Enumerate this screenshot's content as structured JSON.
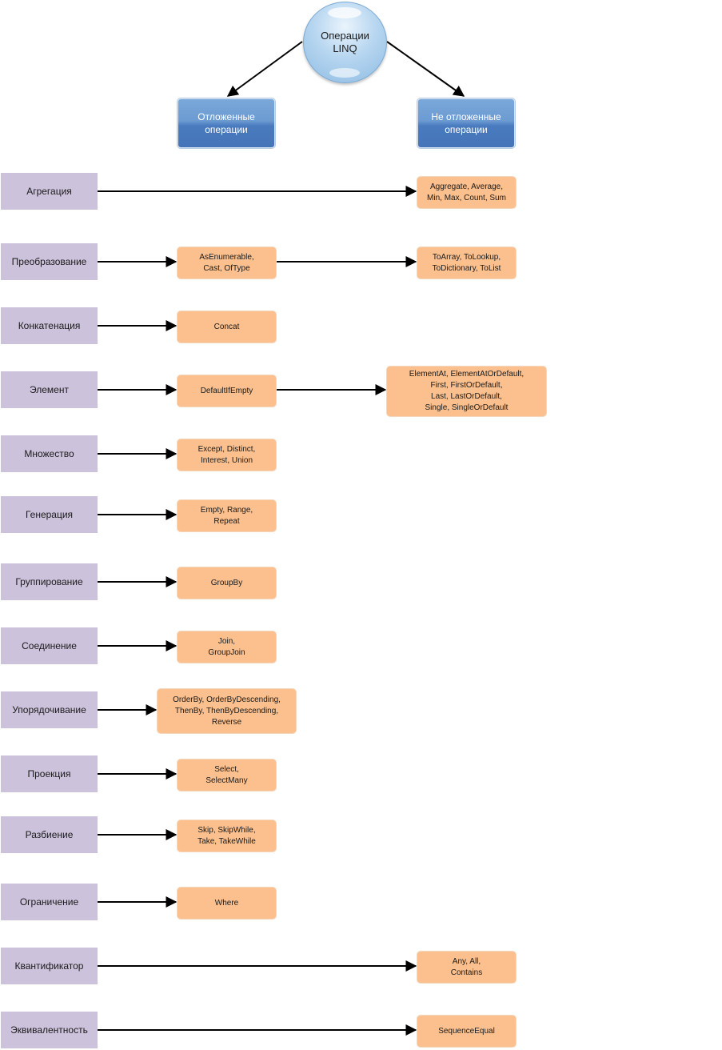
{
  "root": {
    "label": "Операции\nLINQ"
  },
  "deferred": {
    "label": "Отложенные\nоперации"
  },
  "immediate": {
    "label": "Не отложенные\nоперации"
  },
  "categories": [
    {
      "name": "Агрегация",
      "deferred": null,
      "immediate": "Aggregate, Average,\nMin, Max, Count, Sum"
    },
    {
      "name": "Преобразование",
      "deferred": "AsEnumerable,\nCast, OfType",
      "immediate": "ToArray, ToLookup,\nToDictionary, ToList"
    },
    {
      "name": "Конкатенация",
      "deferred": "Concat",
      "immediate": null
    },
    {
      "name": "Элемент",
      "deferred": "DefaultIfEmpty",
      "immediate": "ElementAt, ElementAtOrDefault,\nFirst, FirstOrDefault,\nLast, LastOrDefault,\nSingle, SingleOrDefault"
    },
    {
      "name": "Множество",
      "deferred": "Except, Distinct,\nInterest, Union",
      "immediate": null
    },
    {
      "name": "Генерация",
      "deferred": "Empty, Range,\nRepeat",
      "immediate": null
    },
    {
      "name": "Группирование",
      "deferred": "GroupBy",
      "immediate": null
    },
    {
      "name": "Соединение",
      "deferred": "Join,\nGroupJoin",
      "immediate": null
    },
    {
      "name": "Упорядочивание",
      "deferred": "OrderBy, OrderByDescending,\nThenBy, ThenByDescending,\nReverse",
      "immediate": null
    },
    {
      "name": "Проекция",
      "deferred": "Select,\nSelectMany",
      "immediate": null
    },
    {
      "name": "Разбиение",
      "deferred": "Skip, SkipWhile,\nTake, TakeWhile",
      "immediate": null
    },
    {
      "name": "Ограничение",
      "deferred": "Where",
      "immediate": null
    },
    {
      "name": "Квантификатор",
      "deferred": null,
      "immediate": "Any, All,\nContains"
    },
    {
      "name": "Эквивалентность",
      "deferred": null,
      "immediate": "SequenceEqual"
    }
  ]
}
